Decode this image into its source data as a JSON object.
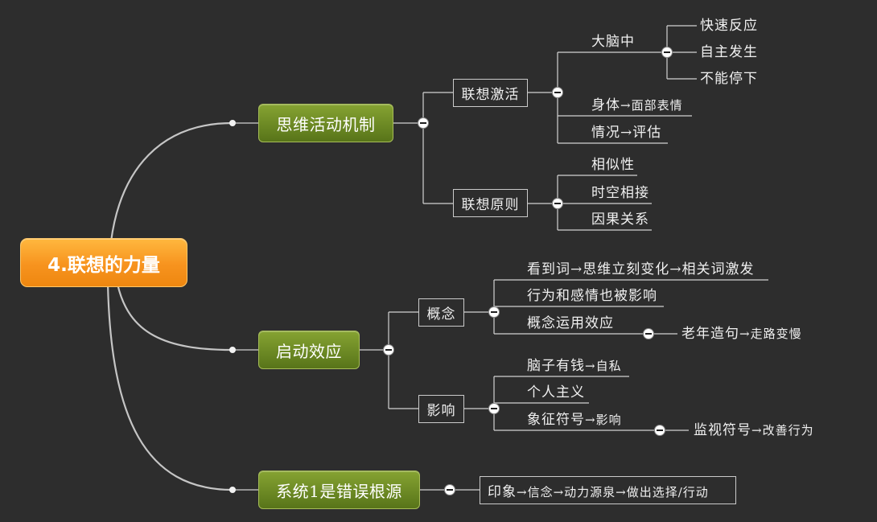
{
  "colors": {
    "background": "#2d2d2d",
    "line": "#d3d3d3",
    "text": "#f0f0f0",
    "central_topic": "#f7931e",
    "main_topic": "#587419",
    "toggle": "#ffffff"
  },
  "icons": {
    "collapse_toggle": "minus-circle-icon",
    "branch_junction": "dot-icon"
  },
  "root": {
    "label": "4.联想的力量"
  },
  "branches": [
    {
      "label": "思维活动机制",
      "children": [
        {
          "label": "联想激活",
          "children": [
            {
              "label": "大脑中",
              "children": [
                {
                  "label": "快速反应"
                },
                {
                  "label": "自主发生"
                },
                {
                  "label": "不能停下"
                }
              ]
            },
            {
              "label": "身体",
              "detail": "→面部表情"
            },
            {
              "label": "情况→评估"
            }
          ]
        },
        {
          "label": "联想原则",
          "children": [
            {
              "label": "相似性"
            },
            {
              "label": "时空相接"
            },
            {
              "label": "因果关系"
            }
          ]
        }
      ]
    },
    {
      "label": "启动效应",
      "children": [
        {
          "label": "概念",
          "children": [
            {
              "label": "看到词→思维立刻变化→相关词激发"
            },
            {
              "label": "行为和感情也被影响"
            },
            {
              "label": "概念运用效应",
              "children": [
                {
                  "label": "老年造句",
                  "detail": "→走路变慢"
                }
              ]
            }
          ]
        },
        {
          "label": "影响",
          "children": [
            {
              "label": "脑子有钱",
              "detail": "→自私"
            },
            {
              "label": "个人主义"
            },
            {
              "label": "象征符号",
              "detail": "→影响",
              "children": [
                {
                  "label": "监视符号",
                  "detail": "→改善行为"
                }
              ]
            }
          ]
        }
      ]
    },
    {
      "label": "系统1是错误根源",
      "children": [
        {
          "label": "印象",
          "detail": "→信念→动力源泉→做出选择/行动"
        }
      ]
    }
  ]
}
